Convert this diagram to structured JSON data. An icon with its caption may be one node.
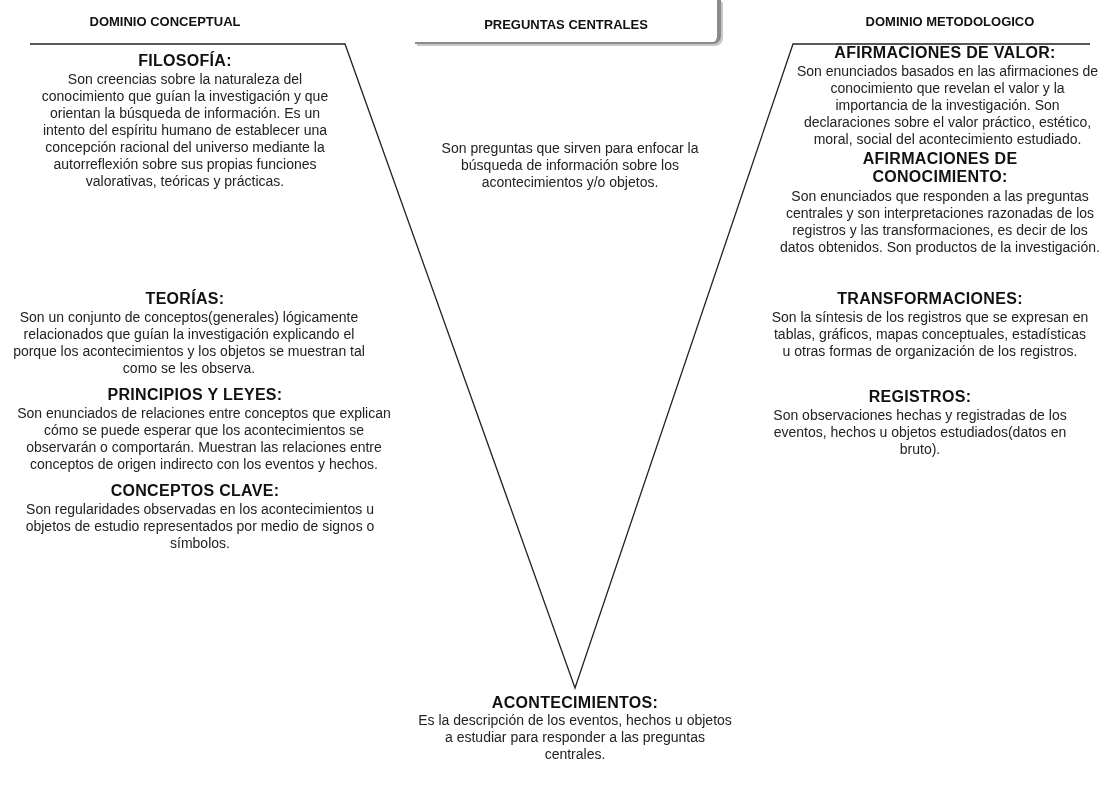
{
  "diagram": {
    "nodes": [
      {
        "text": [
          "PREGUNTAS CENTRALES"
        ]
      }
    ],
    "edges": [],
    "labels": [
      "DOMINIO CONCEPTUAL",
      "FILOSOFÍA:",
      "Son creencias sobre la naturaleza del conocimiento que guían la investigación y que orientan la búsqueda de información. Es un intento del espíritu humano de establecer una concepción racional del universo mediante la autorreflexión sobre sus propias funciones valorativas, teóricas y prácticas.",
      "TEORÍAS:",
      "Son un conjunto de conceptos(generales) lógicamente relacionados que guían la investigación explicando el porque los acontecimientos y los objetos se muestran tal como se les observa.",
      "PRINCIPIOS Y LEYES:",
      "Son enunciados de relaciones entre conceptos que explican cómo se puede esperar que los acontecimientos se observarán o comportarán. Muestran las relaciones entre conceptos de origen indirecto con los eventos y hechos.",
      "CONCEPTOS CLAVE:",
      "Son regularidades observadas en los acontecimientos u objetos de estudio representados por medio de signos o símbolos.",
      "Son preguntas que sirven para enfocar la búsqueda de información sobre los acontecimientos y/o objetos.",
      "DOMINIO METODOLOGICO",
      "AFIRMACIONES DE VALOR:",
      "Son enunciados basados en las afirmaciones de conocimiento que revelan el valor y la importancia de la investigación. Son declaraciones sobre el valor práctico, estético, moral, social del acontecimiento estudiado.",
      "AFIRMACIONES DE CONOCIMIENTO:",
      "Son enunciados que responden a las preguntas centrales y son interpretaciones razonadas de los registros y las transformaciones, es decir de los datos obtenidos. Son productos de la investigación.",
      "TRANSFORMACIONES:",
      "Son la síntesis de los registros que se expresan en tablas, gráficos, mapas conceptuales, estadísticas u otras formas de organización de los registros.",
      "REGISTROS:",
      "Son observaciones hechas y registradas de los eventos, hechos u objetos estudiados(datos en bruto).",
      "ACONTECIMIENTOS:",
      "Es la descripción de los eventos, hechos u objetos a estudiar para responder a las preguntas centrales."
    ]
  }
}
